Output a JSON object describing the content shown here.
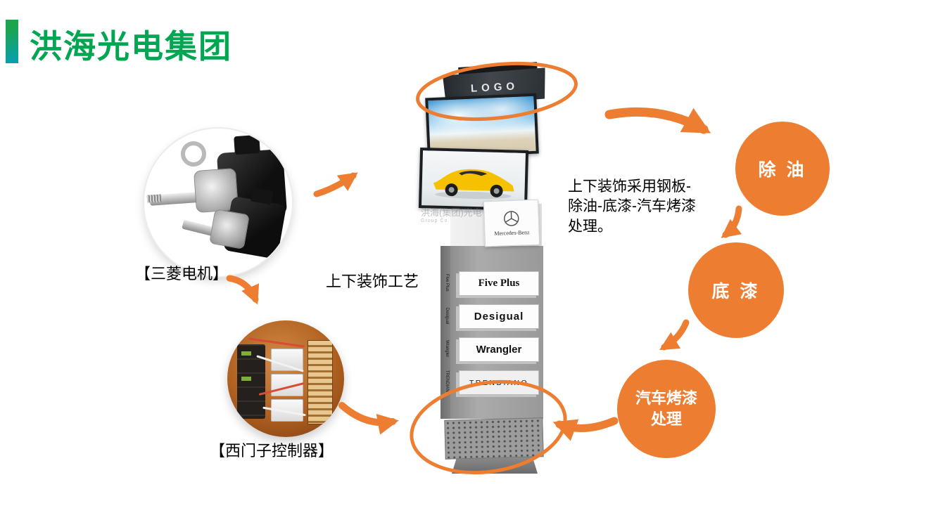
{
  "colors": {
    "accent_orange": "#ED7D31",
    "title_green": "#00A651",
    "bar_teal": "#0AA0A8"
  },
  "header": {
    "title": "洪海光电集团"
  },
  "photos": {
    "motor_label": "【三菱电机】",
    "controller_label": "【西门子控制器】"
  },
  "center": {
    "process_label": "上下装饰工艺",
    "description": "上下装饰采用钢板-\n除油-底漆-汽车烤漆\n处理。"
  },
  "tower": {
    "logo": "LOGO",
    "mercedes": "Mercedes-Benz",
    "watermark": "洪海(集团)光电",
    "watermark_sub": "Group Co.",
    "brands": [
      "Five Plus",
      "Desigual",
      "Wrangler",
      "TRENDIANO"
    ]
  },
  "steps": [
    {
      "label": "除 油"
    },
    {
      "label": "底 漆"
    },
    {
      "label": "汽车烤漆\n处理"
    }
  ]
}
